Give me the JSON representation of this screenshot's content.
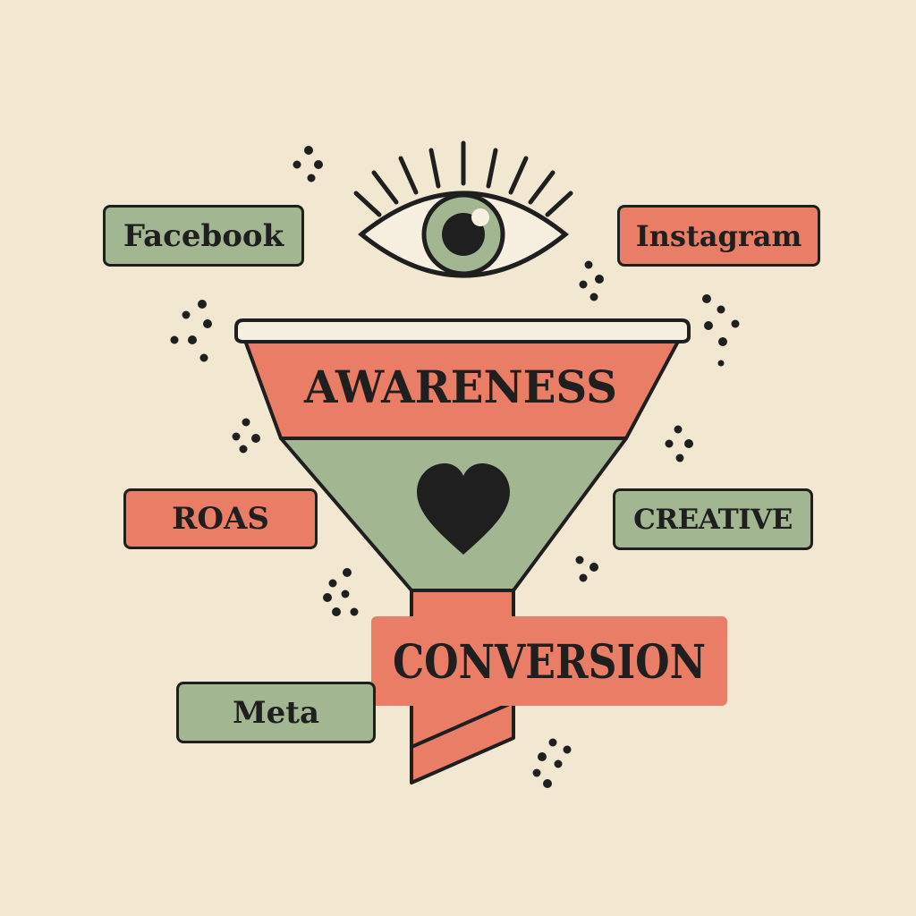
{
  "diagram": {
    "stages": {
      "top": "AWARENESS",
      "bottom": "CONVERSION"
    },
    "tags": {
      "facebook": "Facebook",
      "instagram": "Instagram",
      "roas": "ROAS",
      "creative": "CREATIVE",
      "meta": "Meta"
    },
    "icons": {
      "top": "eye-icon",
      "middle": "heart-icon"
    },
    "colors": {
      "background": "#f2e8d2",
      "coral": "#e97d66",
      "sage_green": "#a3b692",
      "ink": "#1f1f1f"
    }
  }
}
